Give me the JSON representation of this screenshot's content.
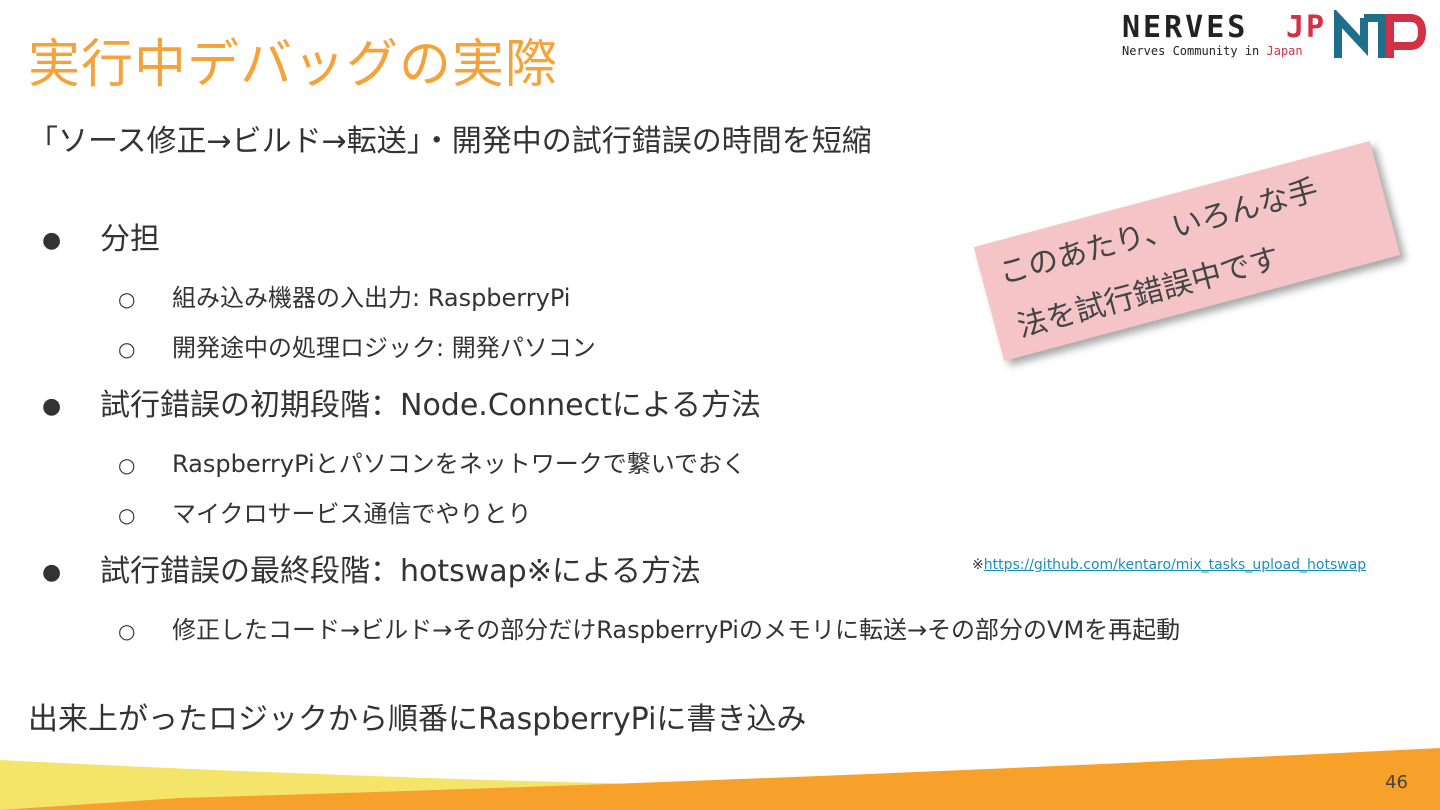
{
  "title": "実行中デバッグの実際",
  "logo": {
    "word": "NERVES",
    "jp": "JP",
    "sub_main": "Nerves Community in ",
    "sub_accent": "Japan",
    "colors": {
      "dark": "#222222",
      "red": "#d23045",
      "teal": "#1f6f8b"
    }
  },
  "subtitle": "「ソース修正→ビルド→転送」・開発中の試行錯誤の時間を短縮",
  "bullets": [
    {
      "text": "分担",
      "children": [
        "組み込み機器の入出力: RaspberryPi",
        "開発途中の処理ロジック: 開発パソコン"
      ]
    },
    {
      "text": "試行錯誤の初期段階：Node.Connectによる方法",
      "children": [
        "RaspberryPiとパソコンをネットワークで繋いでおく",
        "マイクロサービス通信でやりとり"
      ]
    },
    {
      "text": "試行錯誤の最終段階：hotswap※による方法",
      "children": [
        "修正したコード→ビルド→その部分だけRaspberryPiのメモリに転送→その部分のVMを再起動"
      ]
    }
  ],
  "bullet_symbol": "●",
  "sub_bullet_symbol": "○",
  "footnote": {
    "mark": "※",
    "link": "https://github.com/kentaro/mix_tasks_upload_hotswap"
  },
  "bottom_text": "出来上がったロジックから順番にRaspberryPiに書き込み",
  "sticky_note": {
    "line1": "このあたり、いろんな手",
    "line2": "法を試行錯誤中です"
  },
  "page_number": "46",
  "colors": {
    "title": "#f6a23b",
    "link": "#1a8fb7",
    "sticky": "#f4c4c7",
    "wave_yellow": "#f5e46a",
    "wave_orange": "#f7a12a"
  }
}
